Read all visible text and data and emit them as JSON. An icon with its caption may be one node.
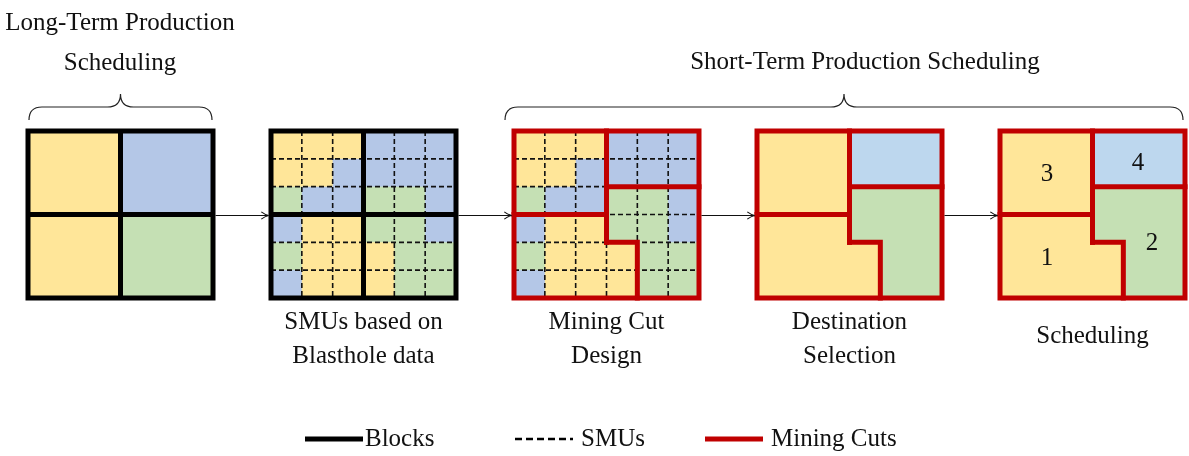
{
  "diagram": {
    "nodes": [
      {
        "text": [],
        "shape": "picture"
      },
      {
        "text": [
          "SMUs based on Blasthole data"
        ]
      },
      {
        "text": [
          "Mining Cut Design"
        ]
      },
      {
        "text": [
          "Destination Selection"
        ]
      },
      {
        "text": [
          "Scheduling"
        ]
      }
    ],
    "edges": [
      {
        "from": 0,
        "to": 1,
        "arrow": "to"
      },
      {
        "from": 1,
        "to": 2,
        "arrow": "to"
      },
      {
        "from": 2,
        "to": 3,
        "arrow": "to"
      },
      {
        "from": 3,
        "to": 4,
        "arrow": "to"
      }
    ],
    "labels": [
      "Long-Term Production Scheduling",
      "Short-Term Production Scheduling",
      "3",
      "4",
      "1",
      "2"
    ],
    "legend": [
      {
        "text": "Blocks"
      },
      {
        "text": "SMUs"
      },
      {
        "text": "Mining Cuts"
      }
    ]
  }
}
